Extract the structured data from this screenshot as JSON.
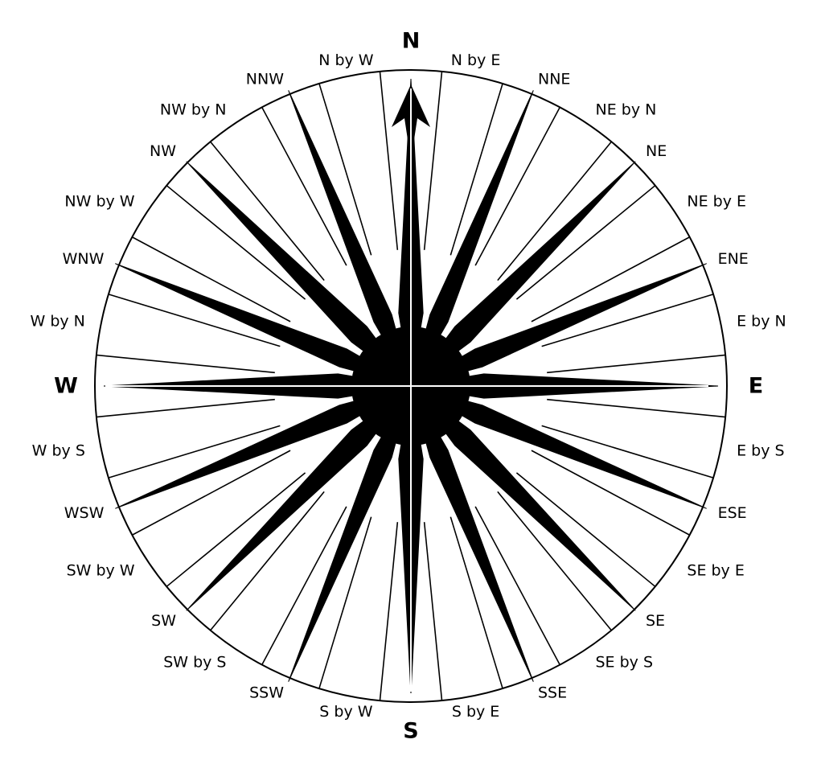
{
  "diagram": {
    "points": [
      {
        "label": "N",
        "bearing": 0,
        "cardinal": true
      },
      {
        "label": "N by E",
        "bearing": 11.25
      },
      {
        "label": "NNE",
        "bearing": 22.5
      },
      {
        "label": "NE by N",
        "bearing": 33.75
      },
      {
        "label": "NE",
        "bearing": 45
      },
      {
        "label": "NE by E",
        "bearing": 56.25
      },
      {
        "label": "ENE",
        "bearing": 67.5
      },
      {
        "label": "E by N",
        "bearing": 78.75
      },
      {
        "label": "E",
        "bearing": 90,
        "cardinal": true
      },
      {
        "label": "E by S",
        "bearing": 101.25
      },
      {
        "label": "ESE",
        "bearing": 112.5
      },
      {
        "label": "SE by E",
        "bearing": 123.75
      },
      {
        "label": "SE",
        "bearing": 135
      },
      {
        "label": "SE by S",
        "bearing": 146.25
      },
      {
        "label": "SSE",
        "bearing": 157.5
      },
      {
        "label": "S by E",
        "bearing": 168.75
      },
      {
        "label": "S",
        "bearing": 180,
        "cardinal": true
      },
      {
        "label": "S by W",
        "bearing": 191.25
      },
      {
        "label": "SSW",
        "bearing": 202.5
      },
      {
        "label": "SW by S",
        "bearing": 213.75
      },
      {
        "label": "SW",
        "bearing": 225
      },
      {
        "label": "SW by W",
        "bearing": 236.25
      },
      {
        "label": "WSW",
        "bearing": 247.5
      },
      {
        "label": "W by S",
        "bearing": 258.75
      },
      {
        "label": "W",
        "bearing": 270,
        "cardinal": true
      },
      {
        "label": "W by N",
        "bearing": 281.25
      },
      {
        "label": "WNW",
        "bearing": 292.5
      },
      {
        "label": "NW by W",
        "bearing": 303.75
      },
      {
        "label": "NW",
        "bearing": 315
      },
      {
        "label": "NW by N",
        "bearing": 326.25
      },
      {
        "label": "NNW",
        "bearing": 337.5
      },
      {
        "label": "N by W",
        "bearing": 348.75
      }
    ],
    "colors": {
      "ink": "#000000",
      "paper": "#ffffff"
    }
  }
}
